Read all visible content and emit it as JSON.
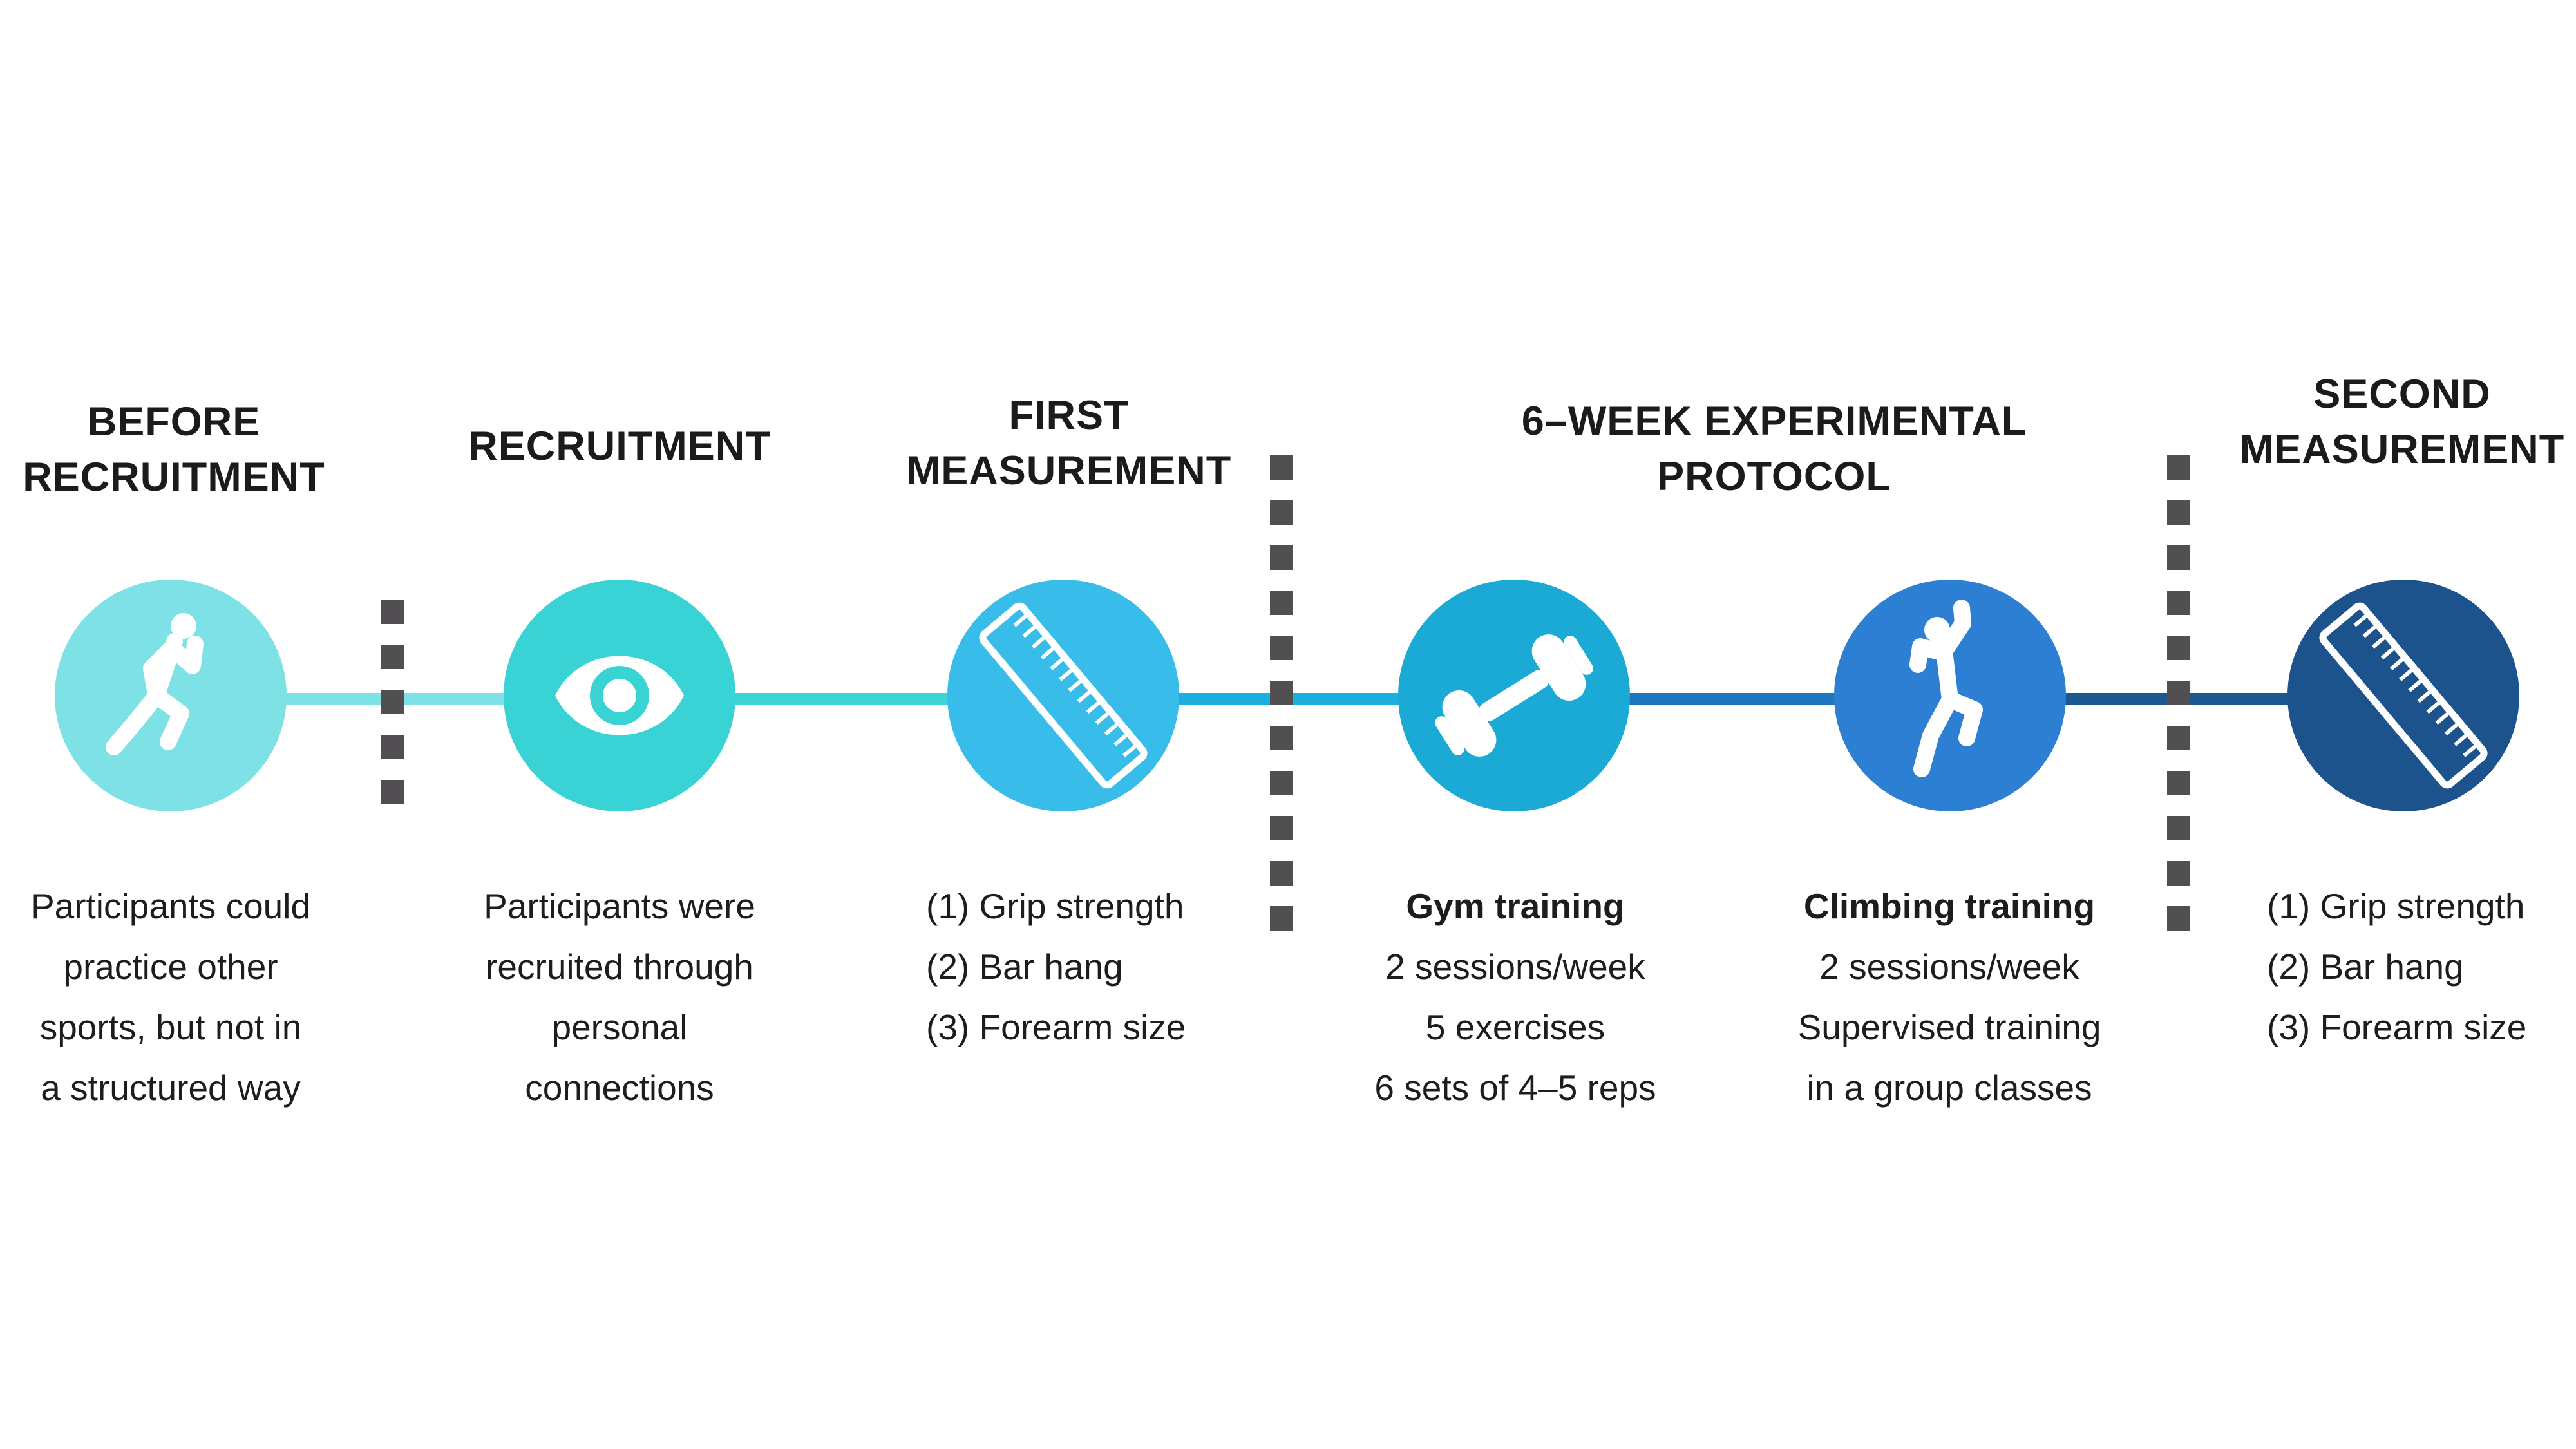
{
  "headings": [
    {
      "name": "before-recruitment",
      "lines": [
        "BEFORE",
        "RECRUITMENT"
      ]
    },
    {
      "name": "recruitment",
      "lines": [
        "RECRUITMENT"
      ]
    },
    {
      "name": "first-measurement",
      "lines": [
        "FIRST",
        "MEASUREMENT"
      ]
    },
    {
      "name": "experimental-protocol",
      "lines": [
        "6–WEEK EXPERIMENTAL",
        "PROTOCOL"
      ]
    },
    {
      "name": "second-measurement",
      "lines": [
        "SECOND",
        "MEASUREMENT"
      ]
    }
  ],
  "circles": [
    {
      "icon": "runner-icon",
      "color": "#7DE1E6"
    },
    {
      "icon": "eye-icon",
      "color": "#39D3D6"
    },
    {
      "icon": "ruler-icon",
      "color": "#38BCE9"
    },
    {
      "icon": "dumbbell-icon",
      "color": "#1BAAD6"
    },
    {
      "icon": "climber-icon",
      "color": "#2C7FD2"
    },
    {
      "icon": "ruler-icon",
      "color": "#1D538C"
    }
  ],
  "connectors": [
    {
      "color": "#7DE1E6"
    },
    {
      "color": "#3BD4D7"
    },
    {
      "color": "#1CAEDC"
    },
    {
      "color": "#1E76C0"
    },
    {
      "color": "#1B5891"
    }
  ],
  "dashes": {
    "color": "#524F53"
  },
  "icon_color": "#FFFFFF",
  "text_blocks": [
    {
      "lines": [
        "Participants could",
        "practice other",
        "sports, but not in",
        "a structured way"
      ],
      "align": "center",
      "bold_first": false
    },
    {
      "lines": [
        "Participants were",
        "recruited through",
        "personal",
        "connections"
      ],
      "align": "center",
      "bold_first": false
    },
    {
      "lines": [
        "(1) Grip strength",
        "(2) Bar hang",
        "(3) Forearm size"
      ],
      "align": "left",
      "bold_first": false
    },
    {
      "lines": [
        "Gym training",
        "2 sessions/week",
        "5 exercises",
        "6 sets of 4–5 reps"
      ],
      "align": "center",
      "bold_first": true
    },
    {
      "lines": [
        "Climbing training",
        "2 sessions/week",
        "Supervised training",
        "in a group classes"
      ],
      "align": "center",
      "bold_first": true
    },
    {
      "lines": [
        "(1) Grip strength",
        "(2) Bar hang",
        "(3) Forearm size"
      ],
      "align": "left",
      "bold_first": false
    }
  ]
}
